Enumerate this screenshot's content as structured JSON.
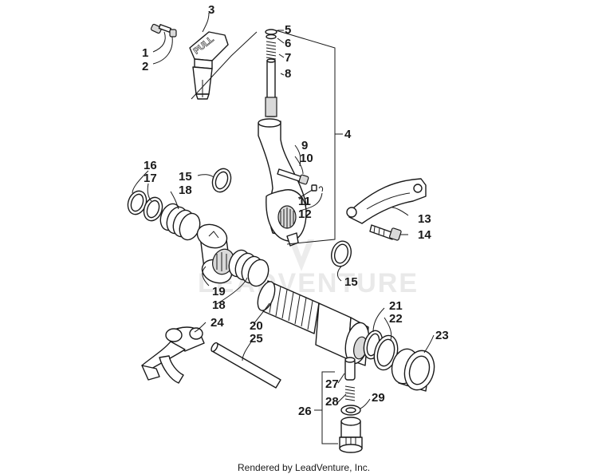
{
  "watermark": "LEADVENTURE",
  "footer": "Rendered by LeadVenture, Inc.",
  "knob_text": "PULL",
  "callouts": [
    "1",
    "2",
    "3",
    "4",
    "5",
    "6",
    "7",
    "8",
    "9",
    "10",
    "11",
    "12",
    "13",
    "14",
    "15",
    "15",
    "16",
    "17",
    "18",
    "18",
    "19",
    "20",
    "21",
    "22",
    "23",
    "24",
    "25",
    "26",
    "27",
    "28",
    "29"
  ]
}
